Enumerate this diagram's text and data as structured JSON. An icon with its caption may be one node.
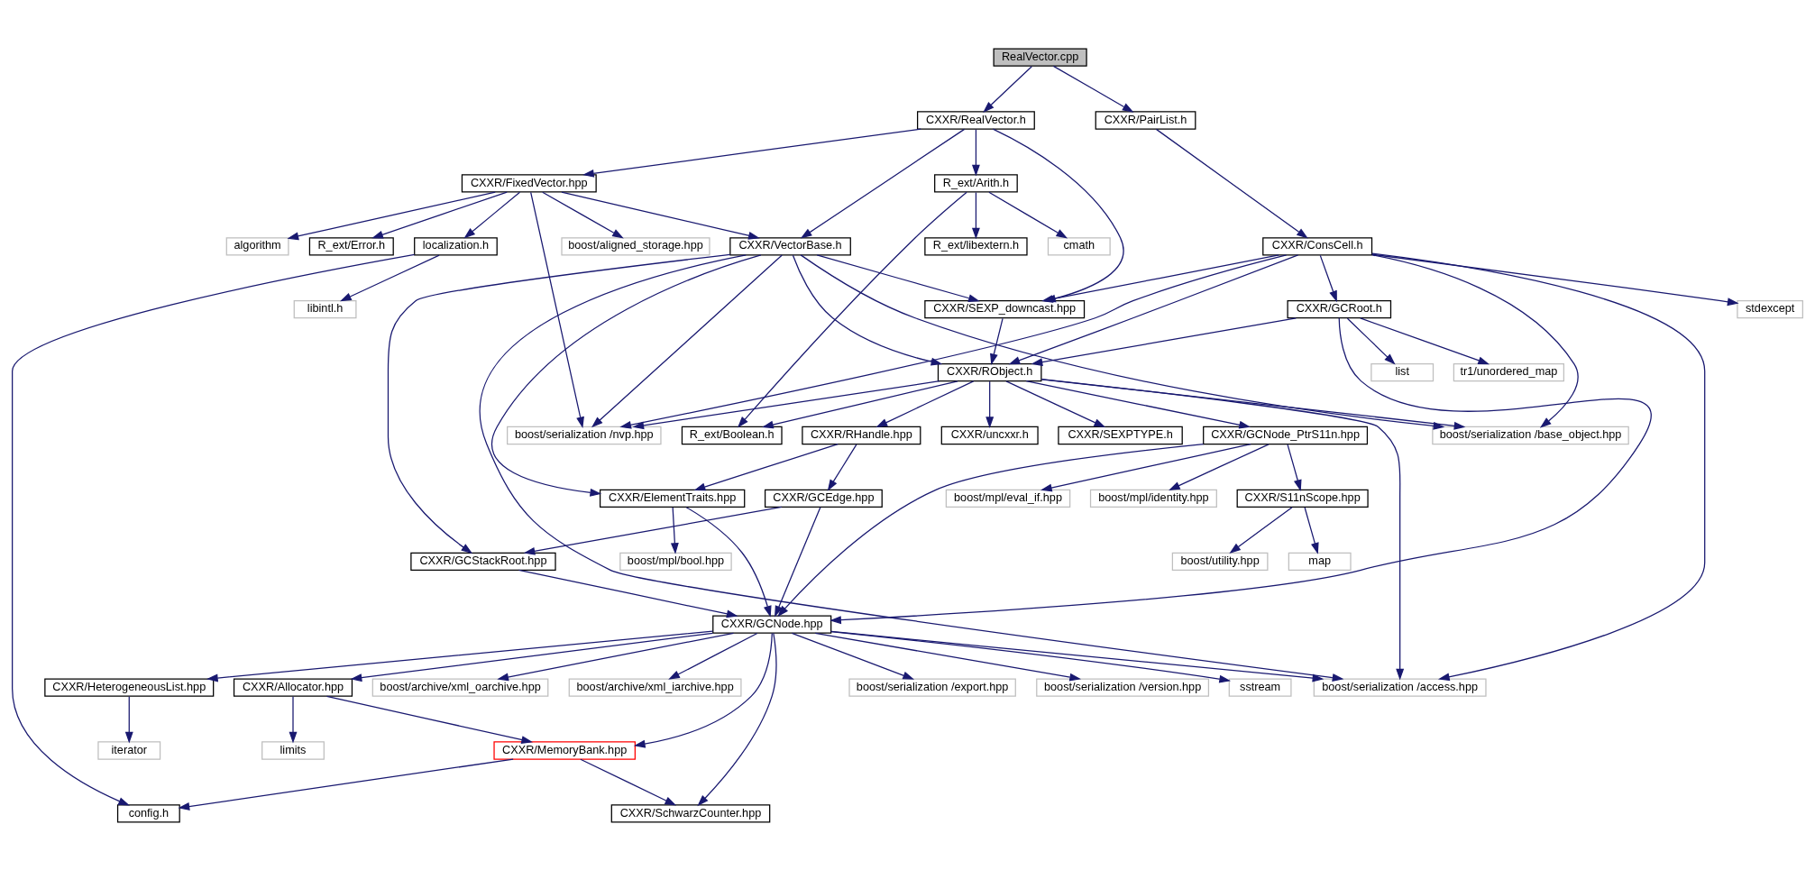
{
  "diagram": {
    "nodes": [
      {
        "text": [
          "RealVector.cpp"
        ]
      },
      {
        "text": [
          "CXXR/RealVector.h"
        ]
      },
      {
        "text": [
          "CXXR/PairList.h"
        ]
      },
      {
        "text": [
          "CXXR/FixedVector.hpp"
        ]
      },
      {
        "text": [
          "R_ext/Arith.h"
        ]
      },
      {
        "text": [
          "localization.h"
        ]
      },
      {
        "text": [
          "boost/aligned_storage.hpp"
        ]
      },
      {
        "text": [
          "algorithm"
        ]
      },
      {
        "text": [
          "R_ext/Error.h"
        ]
      },
      {
        "text": [
          "CXXR/VectorBase.h"
        ]
      },
      {
        "text": [
          "cmath"
        ]
      },
      {
        "text": [
          "R_ext/libextern.h"
        ]
      },
      {
        "text": [
          "CXXR/ConsCell.h"
        ]
      },
      {
        "text": [
          "libintl.h"
        ]
      },
      {
        "text": [
          "CXXR/SEXP_downcast.hpp"
        ]
      },
      {
        "text": [
          "stdexcept"
        ]
      },
      {
        "text": [
          "CXXR/GCRoot.h"
        ]
      },
      {
        "text": [
          "CXXR/RObject.h"
        ]
      },
      {
        "text": [
          "list"
        ]
      },
      {
        "text": [
          "tr1/unordered_map"
        ]
      },
      {
        "text": [
          "boost/serialization /nvp.hpp"
        ]
      },
      {
        "text": [
          "R_ext/Boolean.h"
        ]
      },
      {
        "text": [
          "CXXR/RHandle.hpp"
        ]
      },
      {
        "text": [
          "CXXR/GCNode_PtrS11n.hpp"
        ]
      },
      {
        "text": [
          "CXXR/uncxxr.h"
        ]
      },
      {
        "text": [
          "CXXR/SEXPTYPE.h"
        ]
      },
      {
        "text": [
          "boost/serialization /base_object.hpp"
        ]
      },
      {
        "text": [
          "CXXR/ElementTraits.hpp"
        ]
      },
      {
        "text": [
          "CXXR/GCEdge.hpp"
        ]
      },
      {
        "text": [
          "CXXR/S11nScope.hpp"
        ]
      },
      {
        "text": [
          "boost/mpl/eval_if.hpp"
        ]
      },
      {
        "text": [
          "boost/mpl/identity.hpp"
        ]
      },
      {
        "text": [
          "boost/mpl/bool.hpp"
        ]
      },
      {
        "text": [
          "CXXR/GCStackRoot.hpp"
        ]
      },
      {
        "text": [
          "boost/utility.hpp"
        ]
      },
      {
        "text": [
          "map"
        ]
      },
      {
        "text": [
          "CXXR/GCNode.hpp"
        ]
      },
      {
        "text": [
          "boost/serialization /export.hpp"
        ]
      },
      {
        "text": [
          "boost/serialization /version.hpp"
        ]
      },
      {
        "text": [
          "sstream"
        ]
      },
      {
        "text": [
          "CXXR/Allocator.hpp"
        ]
      },
      {
        "text": [
          "CXXR/HeterogeneousList.hpp"
        ]
      },
      {
        "text": [
          "boost/archive/xml_oarchive.hpp"
        ]
      },
      {
        "text": [
          "boost/archive/xml_iarchive.hpp"
        ]
      },
      {
        "text": [
          "boost/serialization /access.hpp"
        ]
      },
      {
        "text": [
          "CXXR/MemoryBank.hpp"
        ]
      },
      {
        "text": [
          "limits"
        ]
      },
      {
        "text": [
          "iterator"
        ]
      },
      {
        "text": [
          "config.h"
        ]
      },
      {
        "text": [
          "CXXR/SchwarzCounter.hpp"
        ]
      }
    ],
    "edges": [
      {
        "from": 0,
        "to": 1,
        "arrow": "to"
      },
      {
        "from": 0,
        "to": 2,
        "arrow": "to"
      },
      {
        "from": 1,
        "to": 3,
        "arrow": "to"
      },
      {
        "from": 1,
        "to": 9,
        "arrow": "to"
      },
      {
        "from": 1,
        "to": 14,
        "arrow": "to"
      },
      {
        "from": 1,
        "to": 4,
        "arrow": "to"
      },
      {
        "from": 2,
        "to": 12,
        "arrow": "to"
      },
      {
        "from": 3,
        "to": 5,
        "arrow": "to"
      },
      {
        "from": 3,
        "to": 6,
        "arrow": "to"
      },
      {
        "from": 3,
        "to": 7,
        "arrow": "to"
      },
      {
        "from": 3,
        "to": 8,
        "arrow": "to"
      },
      {
        "from": 3,
        "to": 9,
        "arrow": "to"
      },
      {
        "from": 3,
        "to": 20,
        "arrow": "to"
      },
      {
        "from": 4,
        "to": 10,
        "arrow": "to"
      },
      {
        "from": 4,
        "to": 11,
        "arrow": "to"
      },
      {
        "from": 4,
        "to": 21,
        "arrow": "to"
      },
      {
        "from": 5,
        "to": 13,
        "arrow": "to"
      },
      {
        "from": 5,
        "to": 48,
        "arrow": "to"
      },
      {
        "from": 9,
        "to": 27,
        "arrow": "to"
      },
      {
        "from": 9,
        "to": 44,
        "arrow": "to"
      },
      {
        "from": 9,
        "to": 33,
        "arrow": "to"
      },
      {
        "from": 9,
        "to": 20,
        "arrow": "to"
      },
      {
        "from": 9,
        "to": 14,
        "arrow": "to"
      },
      {
        "from": 9,
        "to": 17,
        "arrow": "to"
      },
      {
        "from": 9,
        "to": 26,
        "arrow": "to"
      },
      {
        "from": 12,
        "to": 14,
        "arrow": "to"
      },
      {
        "from": 12,
        "to": 20,
        "arrow": "to"
      },
      {
        "from": 12,
        "to": 17,
        "arrow": "to"
      },
      {
        "from": 12,
        "to": 15,
        "arrow": "to"
      },
      {
        "from": 12,
        "to": 26,
        "arrow": "to"
      },
      {
        "from": 12,
        "to": 16,
        "arrow": "to"
      },
      {
        "from": 12,
        "to": 44,
        "arrow": "to"
      },
      {
        "from": 14,
        "to": 17,
        "arrow": "to"
      },
      {
        "from": 16,
        "to": 17,
        "arrow": "to"
      },
      {
        "from": 16,
        "to": 18,
        "arrow": "to"
      },
      {
        "from": 16,
        "to": 19,
        "arrow": "to"
      },
      {
        "from": 16,
        "to": 36,
        "arrow": "to"
      },
      {
        "from": 17,
        "to": 20,
        "arrow": "to"
      },
      {
        "from": 17,
        "to": 21,
        "arrow": "to"
      },
      {
        "from": 17,
        "to": 22,
        "arrow": "to"
      },
      {
        "from": 17,
        "to": 23,
        "arrow": "to"
      },
      {
        "from": 17,
        "to": 24,
        "arrow": "to"
      },
      {
        "from": 17,
        "to": 25,
        "arrow": "to"
      },
      {
        "from": 17,
        "to": 26,
        "arrow": "to"
      },
      {
        "from": 17,
        "to": 44,
        "arrow": "to"
      },
      {
        "from": 22,
        "to": 27,
        "arrow": "to"
      },
      {
        "from": 22,
        "to": 28,
        "arrow": "to"
      },
      {
        "from": 23,
        "to": 29,
        "arrow": "to"
      },
      {
        "from": 23,
        "to": 30,
        "arrow": "to"
      },
      {
        "from": 23,
        "to": 31,
        "arrow": "to"
      },
      {
        "from": 23,
        "to": 36,
        "arrow": "to"
      },
      {
        "from": 27,
        "to": 32,
        "arrow": "to"
      },
      {
        "from": 27,
        "to": 36,
        "arrow": "to"
      },
      {
        "from": 28,
        "to": 33,
        "arrow": "to"
      },
      {
        "from": 28,
        "to": 36,
        "arrow": "to"
      },
      {
        "from": 29,
        "to": 34,
        "arrow": "to"
      },
      {
        "from": 29,
        "to": 35,
        "arrow": "to"
      },
      {
        "from": 33,
        "to": 36,
        "arrow": "to"
      },
      {
        "from": 36,
        "to": 37,
        "arrow": "to"
      },
      {
        "from": 36,
        "to": 38,
        "arrow": "to"
      },
      {
        "from": 36,
        "to": 39,
        "arrow": "to"
      },
      {
        "from": 36,
        "to": 45,
        "arrow": "to"
      },
      {
        "from": 36,
        "to": 40,
        "arrow": "to"
      },
      {
        "from": 36,
        "to": 49,
        "arrow": "to"
      },
      {
        "from": 36,
        "to": 41,
        "arrow": "to"
      },
      {
        "from": 36,
        "to": 42,
        "arrow": "to"
      },
      {
        "from": 36,
        "to": 43,
        "arrow": "to"
      },
      {
        "from": 36,
        "to": 44,
        "arrow": "to"
      },
      {
        "from": 40,
        "to": 45,
        "arrow": "to"
      },
      {
        "from": 40,
        "to": 46,
        "arrow": "to"
      },
      {
        "from": 41,
        "to": 47,
        "arrow": "to"
      },
      {
        "from": 45,
        "to": 48,
        "arrow": "to"
      },
      {
        "from": 45,
        "to": 49,
        "arrow": "to"
      }
    ]
  }
}
